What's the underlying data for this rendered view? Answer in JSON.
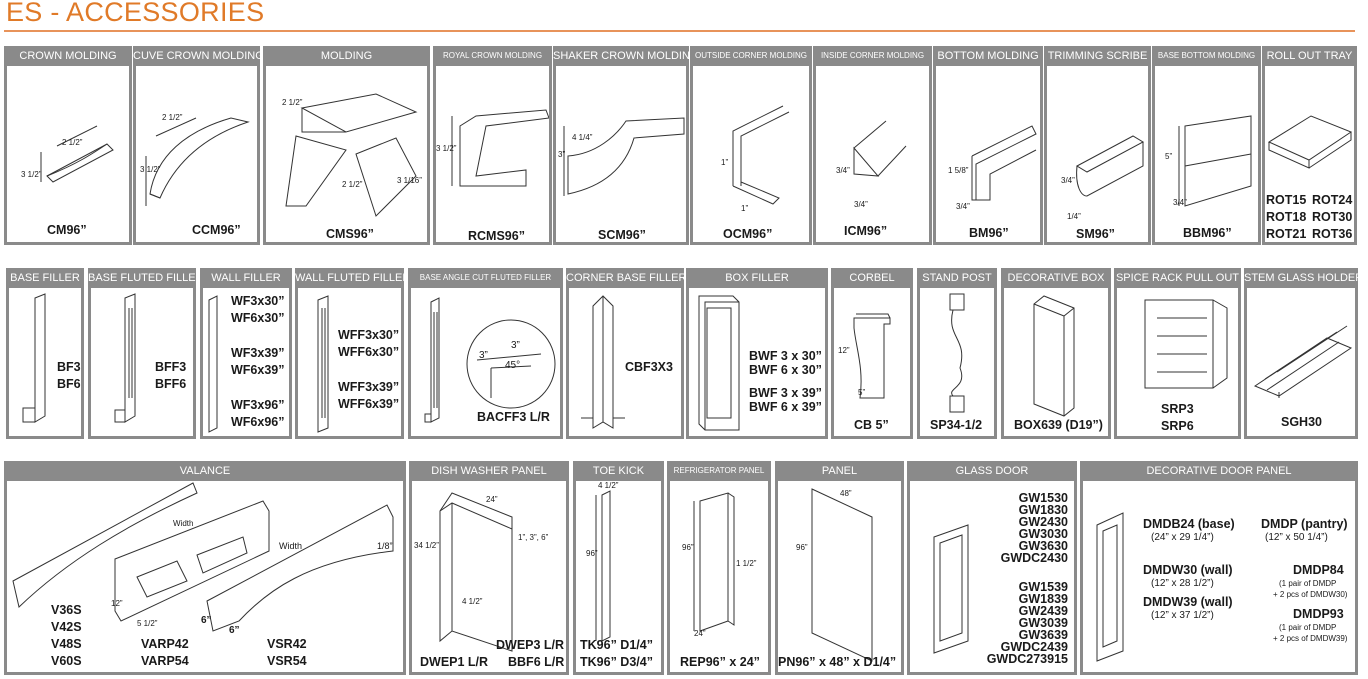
{
  "title": "ES - ACCESSORIES",
  "accent_color": "#e07a28",
  "header_color": "#8a8a8a",
  "row1": {
    "crown": {
      "header": "CROWN MOLDING",
      "code": "CM96”",
      "d1": "2 1/2”",
      "d2": "3 1/2”"
    },
    "cuve": {
      "header": "CUVE CROWN MOLDING",
      "code": "CCM96”",
      "d1": "2 1/2”",
      "d2": "3 1/2”"
    },
    "molding": {
      "header": "MOLDING",
      "code": "CMS96”",
      "d1": "2 1/2”",
      "d2": "2 1/2”",
      "d3": "3 1/16”"
    },
    "royal": {
      "header": "ROYAL CROWN MOLDING",
      "code": "RCMS96”",
      "d1": "3 1/2”"
    },
    "shaker": {
      "header": "SHAKER CROWN MOLDING",
      "code": "SCM96”",
      "d1": "4 1/4”",
      "d2": "3”"
    },
    "outside": {
      "header": "OUTSIDE CORNER MOLDING",
      "code": "OCM96”",
      "d1": "1”",
      "d2": "1”"
    },
    "inside": {
      "header": "INSIDE CORNER MOLDING",
      "code": "ICM96”",
      "d1": "3/4”",
      "d2": "3/4”"
    },
    "bottom": {
      "header": "BOTTOM MOLDING",
      "code": "BM96”",
      "d1": "1 5/8”",
      "d2": "3/4”"
    },
    "scribe": {
      "header": "TRIMMING SCRIBE",
      "code": "SM96”",
      "d1": "3/4”",
      "d2": "1/4”"
    },
    "basebottom": {
      "header": "BASE BOTTOM MOLDING",
      "code": "BBM96”",
      "d1": "5”",
      "d2": "3/4”"
    },
    "rollout": {
      "header": "ROLL OUT TRAY",
      "codes": [
        "ROT15",
        "ROT24",
        "ROT18",
        "ROT30",
        "ROT21",
        "ROT36"
      ]
    }
  },
  "row2": {
    "basefiller": {
      "header": "BASE FILLER",
      "codes": [
        "BF3",
        "BF6"
      ]
    },
    "basefluted": {
      "header": "BASE FLUTED FILLER",
      "codes": [
        "BFF3",
        "BFF6"
      ]
    },
    "wallfiller": {
      "header": "WALL FILLER",
      "codes": [
        "WF3x30”",
        "WF6x30”",
        "WF3x39”",
        "WF6x39”",
        "WF3x96”",
        "WF6x96”"
      ]
    },
    "wallfluted": {
      "header": "WALL FLUTED FILLER",
      "codes": [
        "WFF3x30”",
        "WFF6x30”",
        "WFF3x39”",
        "WFF6x39”"
      ]
    },
    "angle": {
      "header": "BASE ANGLE CUT FLUTED FILLER",
      "code": "BACFF3 L/R",
      "d1": "3”",
      "d2": "3”",
      "d3": "45°"
    },
    "cornerbase": {
      "header": "CORNER BASE FILLER",
      "code": "CBF3X3"
    },
    "boxfiller": {
      "header": "BOX FILLER",
      "codes": [
        "BWF 3 x 30”",
        "BWF 6 x 30”",
        "BWF 3 x 39”",
        "BWF 6 x 39”"
      ]
    },
    "corbel": {
      "header": "CORBEL",
      "code": "CB 5”",
      "d1": "12”",
      "d2": "5”"
    },
    "standpost": {
      "header": "STAND POST",
      "code": "SP34-1/2"
    },
    "decobox": {
      "header": "DECORATIVE BOX",
      "code": "BOX639 (D19”)"
    },
    "spice": {
      "header": "SPICE RACK PULL OUT",
      "codes": [
        "SRP3",
        "SRP6"
      ]
    },
    "stem": {
      "header": "STEM GLASS HOLDER",
      "code": "SGH30"
    }
  },
  "row3": {
    "valance": {
      "header": "VALANCE",
      "codes_a": [
        "V36S",
        "V42S",
        "V48S",
        "V60S"
      ],
      "codes_b": [
        "VARP42",
        "VARP54"
      ],
      "codes_c": [
        "VSR42",
        "VSR54"
      ],
      "d_width1": "Width",
      "d_width2": "Width",
      "d_18": "1/8”",
      "d_12": "12”",
      "d_512": "5 1/2”",
      "d_6a": "6”",
      "d_6b": "6”"
    },
    "dish": {
      "header": "DISH WASHER PANEL",
      "codes": [
        "DWEP3 L/R",
        "DWEP1 L/R",
        "BBF6 L/R"
      ],
      "d1": "24”",
      "d2": "34 1/2”",
      "d3": "1”, 3”, 6”",
      "d4": "4 1/2”"
    },
    "toekick": {
      "header": "TOE KICK",
      "codes": [
        "TK96” D1/4”",
        "TK96” D3/4”"
      ],
      "d1": "4 1/2”",
      "d2": "96”"
    },
    "fridge": {
      "header": "REFRIGERATOR PANEL",
      "code": "REP96” x 24”",
      "d1": "96”",
      "d2": "1 1/2”",
      "d3": "24”"
    },
    "panel": {
      "header": "PANEL",
      "code": "PN96” x 48” x D1/4”",
      "d1": "48”",
      "d2": "96”"
    },
    "glass": {
      "header": "GLASS DOOR",
      "codes": [
        "GW1530",
        "GW1830",
        "GW2430",
        "GW3030",
        "GW3630",
        "GWDC2430",
        "GW1539",
        "GW1839",
        "GW2439",
        "GW3039",
        "GW3639",
        "GWDC2439",
        "GWDC273915"
      ]
    },
    "decodoor": {
      "header": "DECORATIVE DOOR PANEL",
      "items": [
        {
          "code": "DMDB24 (base)",
          "sub": "(24” x 29 1/4”)"
        },
        {
          "code": "DMDW30 (wall)",
          "sub": "(12” x 28 1/2”)"
        },
        {
          "code": "DMDW39 (wall)",
          "sub": "(12” x 37 1/2”)"
        },
        {
          "code": "DMDP (pantry)",
          "sub": "(12” x 50 1/4”)"
        },
        {
          "code": "DMDP84",
          "sub": "(1 pair of DMDP",
          "sub2": "+ 2 pcs of DMDW30)"
        },
        {
          "code": "DMDP93",
          "sub": "(1 pair of DMDP",
          "sub2": "+ 2 pcs of DMDW39)"
        }
      ]
    }
  }
}
